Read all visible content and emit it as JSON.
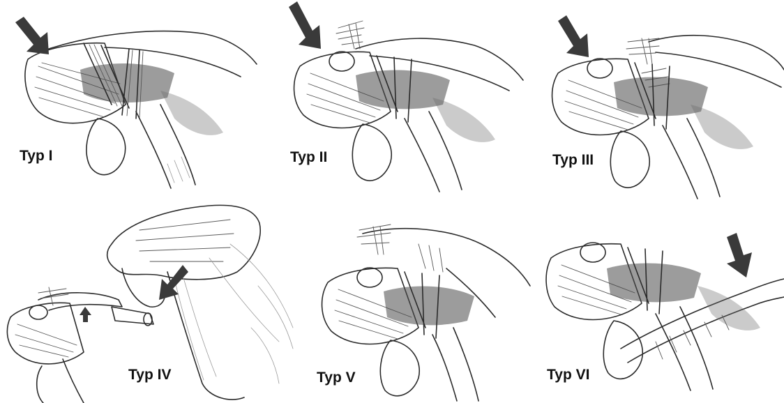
{
  "figure": {
    "panels": [
      {
        "id": "typ-1",
        "label": "Typ I"
      },
      {
        "id": "typ-2",
        "label": "Typ II"
      },
      {
        "id": "typ-3",
        "label": "Typ III"
      },
      {
        "id": "typ-4",
        "label": "Typ IV"
      },
      {
        "id": "typ-5",
        "label": "Typ V"
      },
      {
        "id": "typ-6",
        "label": "Typ VI"
      }
    ]
  }
}
